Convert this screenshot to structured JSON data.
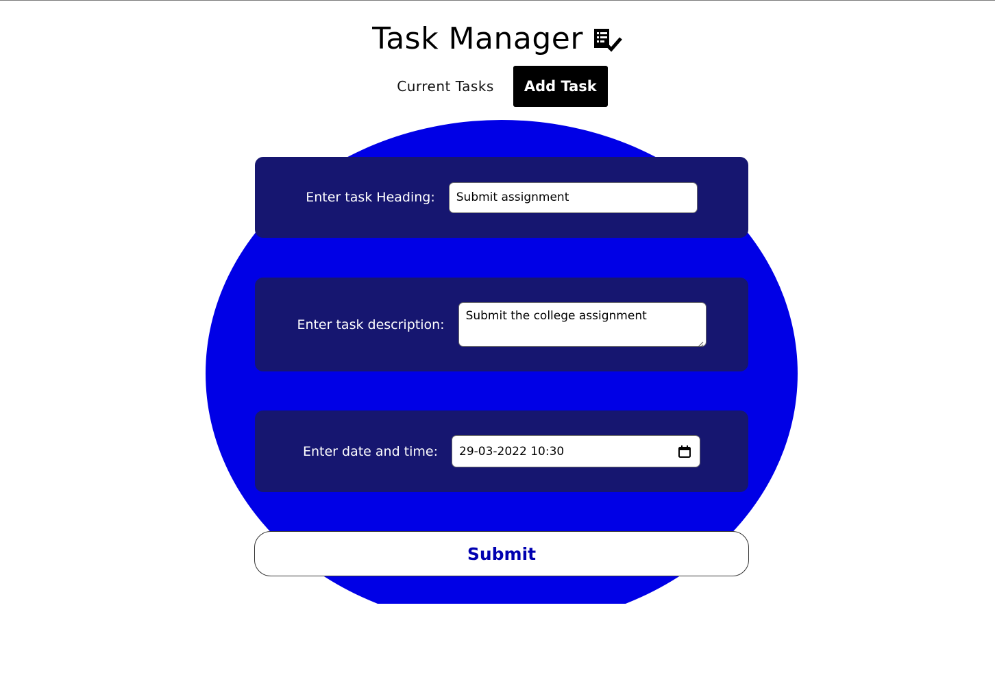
{
  "app": {
    "title": "Task Manager",
    "title_icon": "task-checklist-icon"
  },
  "nav": {
    "tabs": [
      {
        "label": "Current Tasks",
        "active": false
      },
      {
        "label": "Add Task",
        "active": true
      }
    ]
  },
  "form": {
    "heading": {
      "label": "Enter task Heading:",
      "value": "Submit assignment"
    },
    "description": {
      "label": "Enter task description:",
      "value": "Submit the college assignment"
    },
    "datetime": {
      "label": "Enter date and time:",
      "value": "29-03-2022 10:30",
      "icon": "calendar-icon"
    },
    "submit_label": "Submit"
  },
  "colors": {
    "blob": "#0000e6",
    "card": "#161670",
    "submit_text": "#0000b0",
    "active_tab_bg": "#000000"
  }
}
